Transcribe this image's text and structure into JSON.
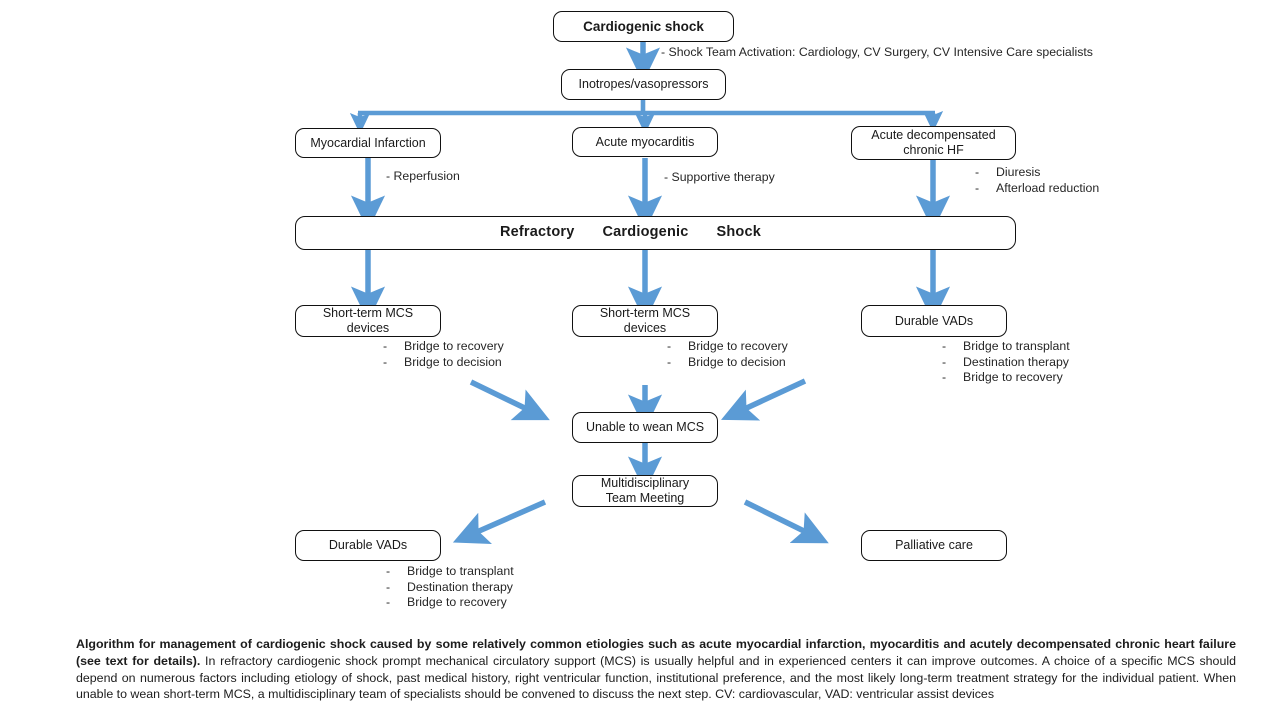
{
  "figure": {
    "title": "Algorithm for management of cardiogenic shock",
    "accent_color": "#5B9BD5",
    "box_border_color": "#111111",
    "background": "#ffffff"
  },
  "nodes": {
    "cardiogenic_shock": "Cardiogenic shock",
    "inotropes": "Inotropes/vasopressors",
    "myocardial_infarction": "Myocardial Infarction",
    "acute_myocarditis": "Acute myocarditis",
    "adchf_line1": "Acute decompensated",
    "adchf_line2": "chronic HF",
    "banner_word1": "Refractory",
    "banner_word2": "Cardiogenic",
    "banner_word3": "Shock",
    "mcs_left_line1": "Short-term MCS",
    "mcs_left_line2": "devices",
    "mcs_mid_line1": "Short-term MCS",
    "mcs_mid_line2": "devices",
    "durable_vads_right": "Durable VADs",
    "unable_to_wean": "Unable to wean MCS",
    "team_meeting_line1": "Multidisciplinary",
    "team_meeting_line2": "Team Meeting",
    "durable_vads_bottom": "Durable VADs",
    "palliative_care": "Palliative care"
  },
  "annotations": {
    "shock_team": "- Shock Team Activation: Cardiology, CV Surgery, CV Intensive Care specialists",
    "reperfusion": "- Reperfusion",
    "supportive_therapy": "- Supportive therapy",
    "adchf_bullets": [
      "Diuresis",
      "Afterload reduction"
    ],
    "mcs_left_bullets": [
      "Bridge to recovery",
      "Bridge to decision"
    ],
    "mcs_mid_bullets": [
      "Bridge to recovery",
      "Bridge to decision"
    ],
    "durable_vads_right_bullets": [
      "Bridge to transplant",
      "Destination therapy",
      "Bridge to recovery"
    ],
    "durable_vads_bottom_bullets": [
      "Bridge to transplant",
      "Destination therapy",
      "Bridge to recovery"
    ],
    "bullet_dash": "-"
  },
  "caption": {
    "bold_part": "Algorithm for management of cardiogenic shock caused by some relatively common etiologies such as acute myocardial infarction, myocarditis and acutely decompensated chronic heart failure (see text for details).",
    "rest_part": " In refractory cardiogenic shock prompt mechanical circulatory support (MCS) is usually helpful and in experienced centers it can improve outcomes. A choice of a specific MCS should depend on numerous factors including etiology of shock, past medical history, right ventricular function, institutional preference, and the most likely long-term treatment strategy for the individual patient. When unable to wean short-term MCS, a multidisciplinary team of specialists should be convened to discuss the next step. CV: cardiovascular, VAD: ventricular assist devices"
  }
}
